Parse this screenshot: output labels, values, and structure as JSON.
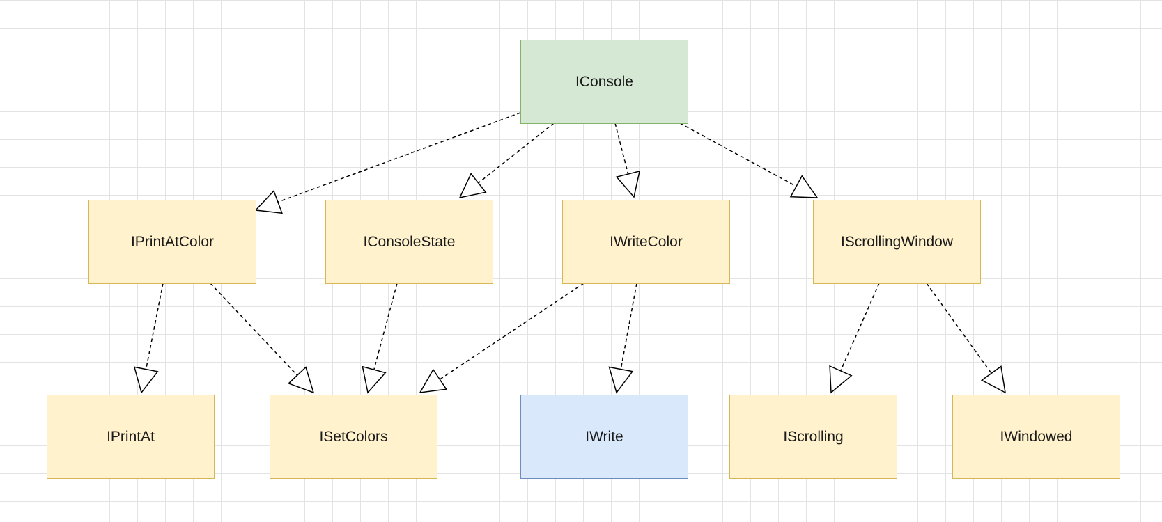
{
  "colors": {
    "root_fill": "#d5e8d4",
    "root_stroke": "#82b366",
    "interface_fill": "#fff2cc",
    "interface_stroke": "#d6b656",
    "leaf_fill": "#dae8fc",
    "leaf_stroke": "#6c8ebf",
    "edge": "#000000"
  },
  "nodes": [
    {
      "id": "IConsole",
      "label": "IConsole",
      "style": "root"
    },
    {
      "id": "IPrintAtColor",
      "label": "IPrintAtColor",
      "style": "interface"
    },
    {
      "id": "IConsoleState",
      "label": "IConsoleState",
      "style": "interface"
    },
    {
      "id": "IWriteColor",
      "label": "IWriteColor",
      "style": "interface"
    },
    {
      "id": "IScrollingWindow",
      "label": "IScrollingWindow",
      "style": "interface"
    },
    {
      "id": "IPrintAt",
      "label": "IPrintAt",
      "style": "interface"
    },
    {
      "id": "ISetColors",
      "label": "ISetColors",
      "style": "interface"
    },
    {
      "id": "IWrite",
      "label": "IWrite",
      "style": "leaf"
    },
    {
      "id": "IScrolling",
      "label": "IScrolling",
      "style": "interface"
    },
    {
      "id": "IWindowed",
      "label": "IWindowed",
      "style": "interface"
    }
  ],
  "edges": [
    {
      "from": "IConsole",
      "to": "IPrintAtColor",
      "type": "realization"
    },
    {
      "from": "IConsole",
      "to": "IConsoleState",
      "type": "realization"
    },
    {
      "from": "IConsole",
      "to": "IWriteColor",
      "type": "realization"
    },
    {
      "from": "IConsole",
      "to": "IScrollingWindow",
      "type": "realization"
    },
    {
      "from": "IPrintAtColor",
      "to": "IPrintAt",
      "type": "realization"
    },
    {
      "from": "IPrintAtColor",
      "to": "ISetColors",
      "type": "realization"
    },
    {
      "from": "IConsoleState",
      "to": "ISetColors",
      "type": "realization"
    },
    {
      "from": "IWriteColor",
      "to": "ISetColors",
      "type": "realization"
    },
    {
      "from": "IWriteColor",
      "to": "IWrite",
      "type": "realization"
    },
    {
      "from": "IScrollingWindow",
      "to": "IScrolling",
      "type": "realization"
    },
    {
      "from": "IScrollingWindow",
      "to": "IWindowed",
      "type": "realization"
    }
  ]
}
